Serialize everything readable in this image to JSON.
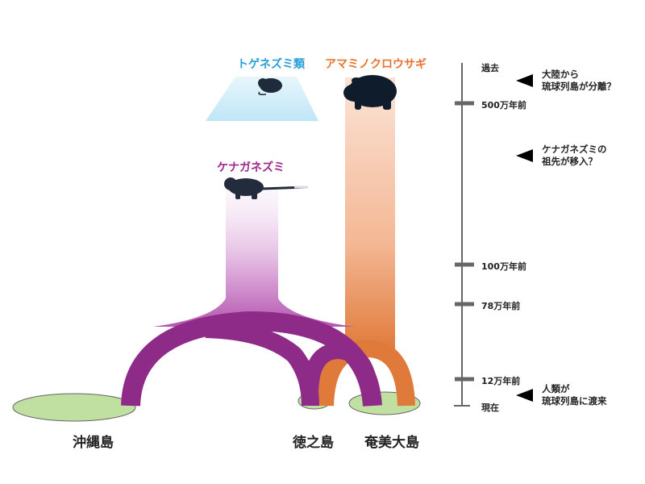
{
  "species": {
    "togenezumi": {
      "label": "トゲネズミ類",
      "color": "#2a9fd8"
    },
    "amami_rabbit": {
      "label": "アマミノクロウサギ",
      "color": "#e8722e"
    },
    "kenaga": {
      "label": "ケナガネズミ",
      "color": "#9c2a8e"
    }
  },
  "islands": [
    "沖縄島",
    "徳之島",
    "奄美大島"
  ],
  "timeline": {
    "past": "過去",
    "ticks": [
      "500万年前",
      "100万年前",
      "78万年前",
      "12万年前"
    ],
    "present": "現在"
  },
  "events": [
    {
      "line1": "大陸から",
      "line2": "琉球列島が分離？"
    },
    {
      "line1": "ケナガネズミの",
      "line2": "祖先が移入？"
    },
    {
      "line1": "人類が",
      "line2": "琉球列島に渡来"
    }
  ],
  "colors": {
    "island": "#bfe0a0",
    "purple": "#8e2a88",
    "orange": "#e07a3a",
    "blue": "#bfe6f6"
  }
}
